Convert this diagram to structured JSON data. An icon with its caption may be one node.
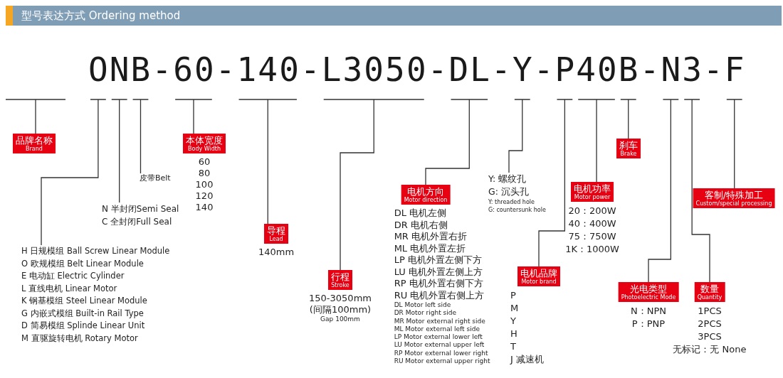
{
  "diagram": {
    "title": "型号表达方式 Ordering method",
    "nodes": [
      {
        "text": [
          "品牌名称",
          "Brand"
        ]
      },
      {
        "text": [
          "H 日规模组 Ball Screw Linear Module",
          "O 欧规模组 Belt Linear Module",
          "E 电动缸 Electric Cylinder",
          "L 直线电机 Linear Motor",
          "K 钢基模组 Steel Linear Module",
          "G 内嵌式模组 Built-in Rail Type",
          "D 简易模组 Splinde Linear Unit",
          "M 直驱旋转电机 Rotary Motor"
        ]
      },
      {
        "text": [
          "N 半封闭Semi Seal",
          "C 全封闭Full Seal"
        ]
      },
      {
        "text": [
          "皮带Belt"
        ]
      },
      {
        "text": [
          "本体宽度",
          "Body Width"
        ],
        "beside": [
          "60",
          "80",
          "100",
          "120",
          "140"
        ]
      },
      {
        "text": [
          "导程",
          "Lead"
        ],
        "beside": [
          "140mm"
        ]
      },
      {
        "text": [
          "行程",
          "Stroke"
        ],
        "beside": [
          "150-3050mm",
          "(间隔100mm)",
          "Gap 100mm"
        ]
      },
      {
        "text": [
          "电机方向",
          "Motor direction"
        ],
        "beside": [
          "DL 电机左侧",
          "DR 电机右侧",
          "MR 电机外置右折",
          "ML 电机外置左折",
          "LP 电机外置左侧下方",
          "LU 电机外置左侧上方",
          "RP 电机外置右侧下方",
          "RU 电机外置右侧上方",
          "DL Motor left side",
          "DR Motor right side",
          "MR Motor external right side",
          "ML Motor external left side",
          "LP Motor external lower left",
          "LU Motor external upper left",
          "RP Motor external lower right",
          "RU Motor external upper right"
        ]
      },
      {
        "text": [
          "Y: 螺纹孔",
          "G: 沉头孔",
          "Y: threaded hole",
          "G: countersunk hole"
        ]
      },
      {
        "text": [
          "电机品牌",
          "Motor brand"
        ],
        "beside": [
          "P",
          "M",
          "Y",
          "H",
          "T",
          "J 减速机"
        ]
      },
      {
        "text": [
          "电机功率",
          "Motor power"
        ],
        "beside": [
          "20：200W",
          "40：400W",
          "75：750W",
          "1K：1000W"
        ]
      },
      {
        "text": [
          "刹车",
          "Brake"
        ]
      },
      {
        "text": [
          "光电类型",
          "Photoelectric Mode"
        ],
        "beside": [
          "N：NPN",
          "P：PNP"
        ]
      },
      {
        "text": [
          "数量",
          "Quantity"
        ],
        "beside": [
          "1PCS",
          "2PCS",
          "3PCS",
          "无标记：无 None"
        ]
      },
      {
        "text": [
          "客制/特殊加工",
          "Custom/special processing"
        ]
      }
    ],
    "edges": [
      {
        "from": 0,
        "to": null,
        "arrow": "none"
      },
      {
        "from": 1,
        "to": null,
        "arrow": "none"
      },
      {
        "from": 2,
        "to": null,
        "arrow": "none"
      },
      {
        "from": 3,
        "to": null,
        "arrow": "none"
      },
      {
        "from": 4,
        "to": null,
        "arrow": "none"
      },
      {
        "from": 5,
        "to": null,
        "arrow": "none"
      },
      {
        "from": 6,
        "to": null,
        "arrow": "none"
      },
      {
        "from": 7,
        "to": null,
        "arrow": "none"
      },
      {
        "from": 8,
        "to": null,
        "arrow": "none"
      },
      {
        "from": 9,
        "to": null,
        "arrow": "none"
      },
      {
        "from": 10,
        "to": null,
        "arrow": "none"
      },
      {
        "from": 11,
        "to": null,
        "arrow": "none"
      },
      {
        "from": 12,
        "to": null,
        "arrow": "none"
      },
      {
        "from": 13,
        "to": null,
        "arrow": "none"
      },
      {
        "from": 14,
        "to": null,
        "arrow": "none"
      }
    ],
    "labels": [
      "ONB-60-140-L3050-DL-Y-P40B-N3-F"
    ]
  }
}
